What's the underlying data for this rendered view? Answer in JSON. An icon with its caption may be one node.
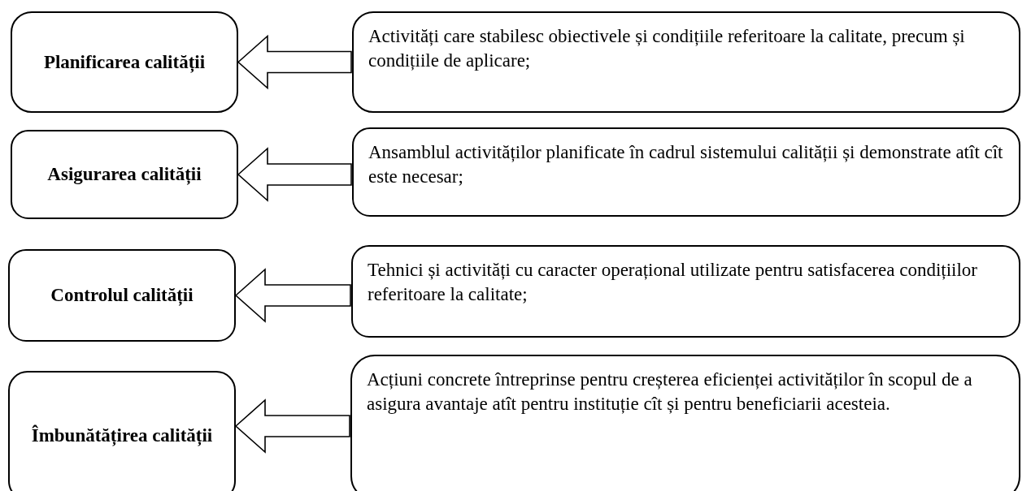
{
  "diagram": {
    "nodes": [
      {
        "text": [
          "Planificarea calității"
        ]
      },
      {
        "text": [
          "Activități care stabilesc obiectivele și condițiile referitoare la calitate, precum și condițiile de aplicare;"
        ]
      },
      {
        "text": [
          "Asigurarea calității"
        ]
      },
      {
        "text": [
          "Ansamblul activităților planificate în cadrul sistemului calității și demonstrate atît cît este necesar;"
        ]
      },
      {
        "text": [
          "Controlul calității"
        ]
      },
      {
        "text": [
          "Tehnici și activități cu caracter operațional utilizate pentru satisfacerea condițiilor referitoare la calitate;"
        ]
      },
      {
        "text": [
          "Îmbunătățirea calității"
        ]
      },
      {
        "text": [
          "Acțiuni concrete întreprinse pentru creșterea eficienței activităților în scopul de a asigura avantaje atît pentru instituție cît și pentru beneficiarii acesteia."
        ]
      }
    ],
    "edges": [
      {
        "from": 1,
        "to": 0,
        "arrow": "to"
      },
      {
        "from": 3,
        "to": 2,
        "arrow": "to"
      },
      {
        "from": 5,
        "to": 4,
        "arrow": "to"
      },
      {
        "from": 7,
        "to": 6,
        "arrow": "to"
      }
    ]
  }
}
